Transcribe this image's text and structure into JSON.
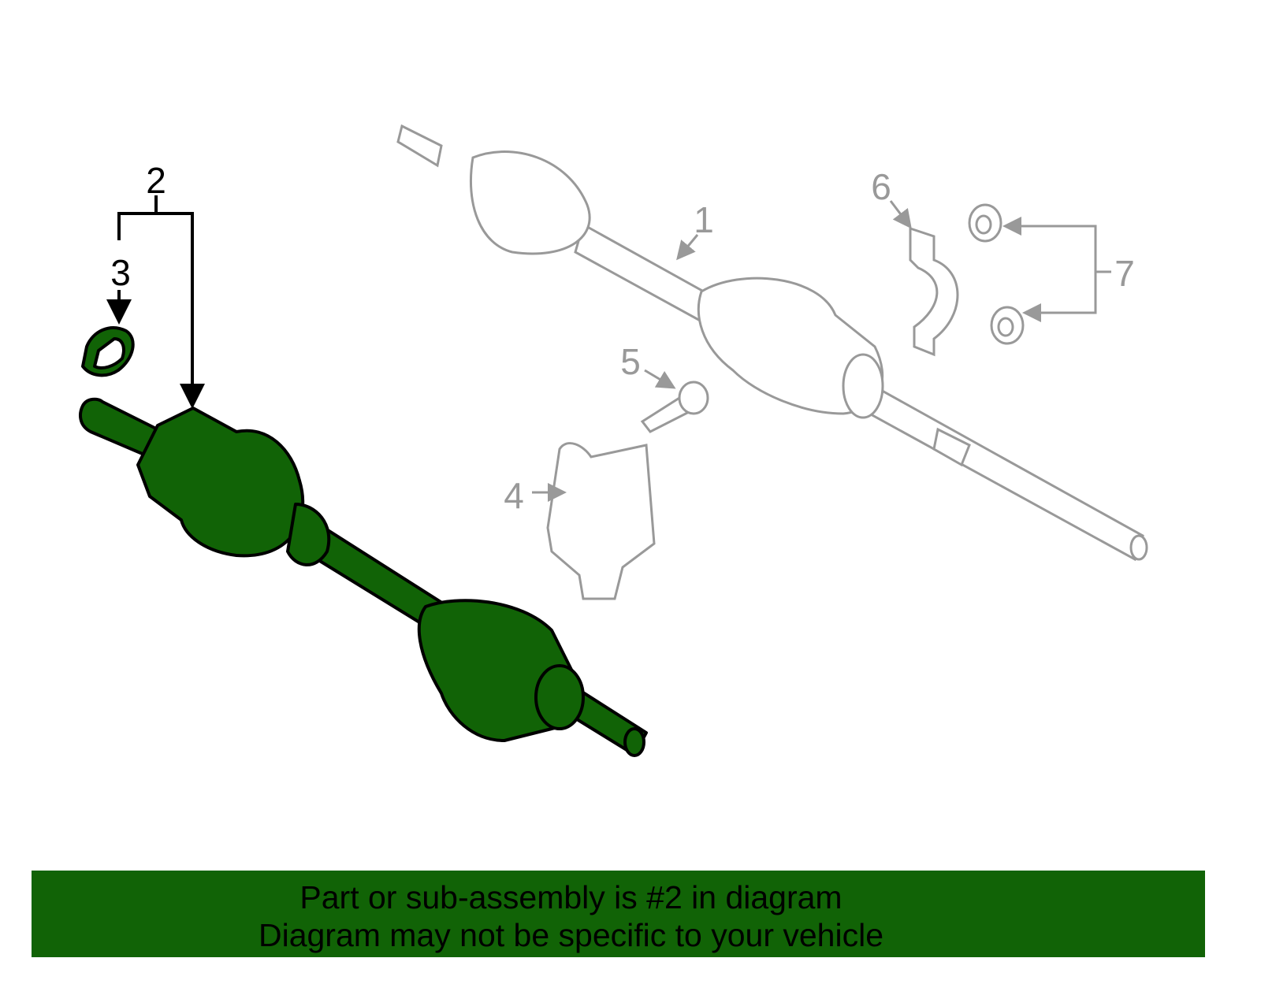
{
  "diagram": {
    "callouts": [
      "1",
      "2",
      "3",
      "4",
      "5",
      "6",
      "7"
    ],
    "highlight_color": "#116306",
    "outline_color": "#999999"
  },
  "banner": {
    "line1": "Part or sub-assembly is #2 in diagram",
    "line2": "Diagram may not be specific to your vehicle",
    "background": "#116306"
  }
}
